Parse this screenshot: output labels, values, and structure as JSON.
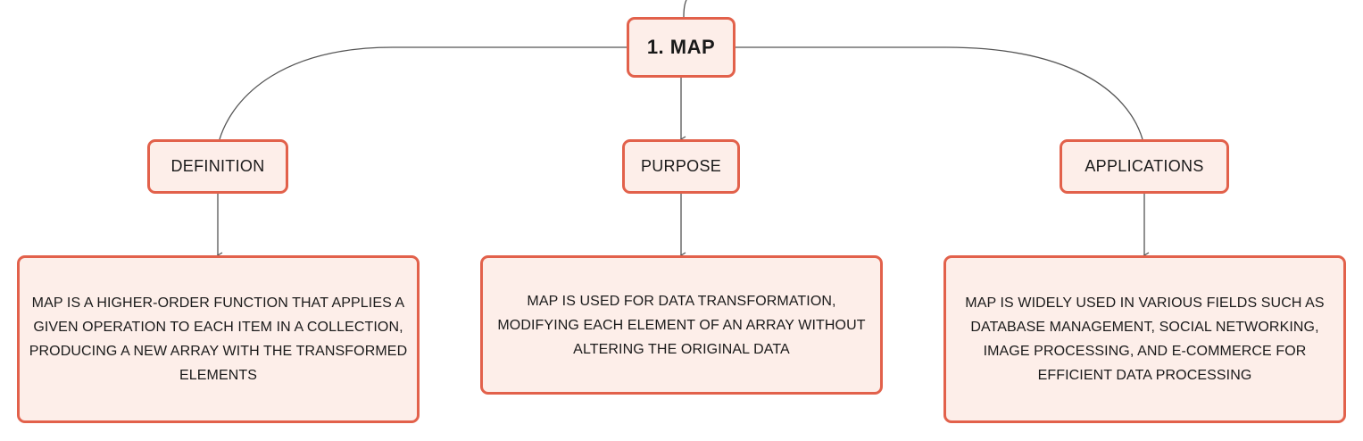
{
  "diagram": {
    "root": {
      "label": "1. MAP"
    },
    "branches": [
      {
        "label": "DEFINITION",
        "detail": "MAP IS A HIGHER-ORDER FUNCTION THAT APPLIES A GIVEN OPERATION TO EACH ITEM IN A COLLECTION, PRODUCING A NEW ARRAY WITH THE TRANSFORMED ELEMENTS"
      },
      {
        "label": "PURPOSE",
        "detail": "MAP IS USED FOR DATA TRANSFORMATION, MODIFYING EACH ELEMENT OF AN ARRAY WITHOUT ALTERING THE ORIGINAL DATA"
      },
      {
        "label": "APPLICATIONS",
        "detail": "MAP IS WIDELY USED IN VARIOUS FIELDS SUCH AS DATABASE MANAGEMENT, SOCIAL NETWORKING, IMAGE PROCESSING, AND E-COMMERCE FOR EFFICIENT DATA PROCESSING"
      }
    ]
  },
  "colors": {
    "node_border": "#e2614b",
    "node_fill": "#fdeee9",
    "connector": "#555555",
    "text": "#1a1a1a"
  }
}
